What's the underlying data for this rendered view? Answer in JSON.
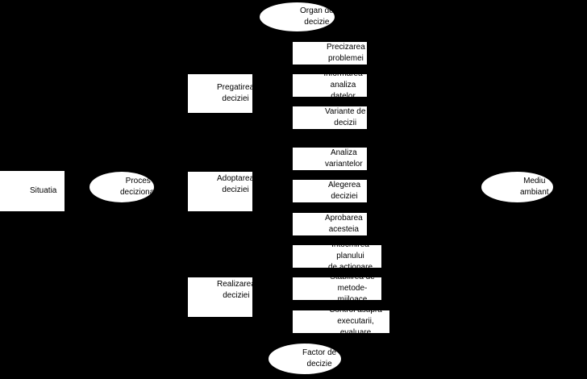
{
  "diagram": {
    "background": "#000000",
    "node_fill": "#ffffff",
    "text_color": "#000000",
    "organ": "Organ de\ndecizie",
    "situatia": "Situatia",
    "proces": "Proces\ndecizional",
    "mediu": "Mediu\nambiant",
    "factor": "Factor de\ndecizie",
    "pregatire": "Pregatirea\ndeciziei",
    "adoptare": "Adoptarea\ndeciziei",
    "realizare": "Realizarea\ndeciziei",
    "precizarea": "Precizarea\nproblemei",
    "informarea": "Informarea\nanaliza datelor",
    "variante": "Variante de\ndecizii",
    "analiza": "Analiza\nvariantelor",
    "alegerea": "Alegerea\ndeciziei",
    "aprobarea": "Aprobarea\nacesteia",
    "intocmirea": "Intocmirea planului\nde actionare",
    "stabilirea": "Stabilirea de\nmetode-mijloace",
    "control": "Control asupra\nexecutarii, evaluare"
  }
}
